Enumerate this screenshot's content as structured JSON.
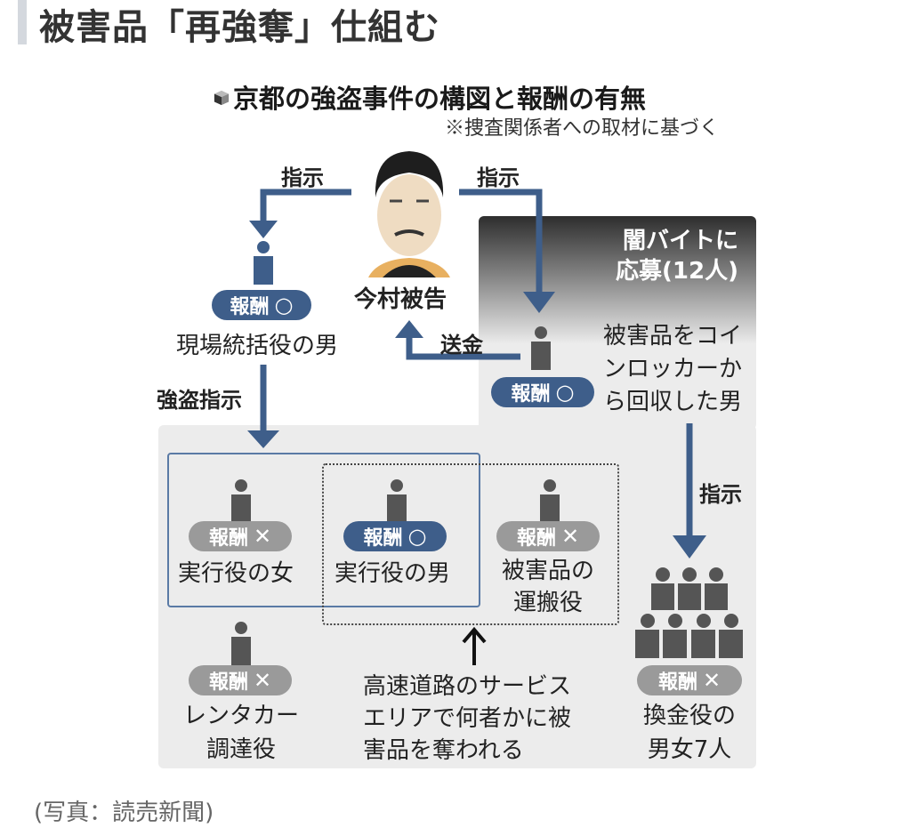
{
  "headline": "被害品「再強奪」仕組む",
  "figure": {
    "title": "京都の強盗事件の構図と報酬の有無",
    "title_icon": "cube-icon",
    "note": "※捜査関係者への取材に基づく",
    "colors": {
      "arrow": "#3e5e8a",
      "reward_yes": "#3e5e8a",
      "reward_no": "#9a9a9a",
      "person": "#555555"
    },
    "dark_panel_label": [
      "闇バイトに",
      "応募(12人)"
    ],
    "reward_label": "報酬",
    "reward_yes_mark": "○",
    "reward_no_mark": "✕",
    "central": {
      "name": "今村被告",
      "photo": "portrait-photo"
    },
    "arrows": {
      "left_instruction": "指示",
      "right_instruction": "指示",
      "money_transfer": "送金",
      "robbery_instruction": "強盗指示",
      "exchange_instruction": "指示"
    },
    "nodes": {
      "site_leader": {
        "label": "現場統括役の男",
        "reward": true
      },
      "collector": {
        "label": [
          "被害品をコイ",
          "ンロッカーか",
          "ら回収した男"
        ],
        "reward": true
      },
      "executor_woman": {
        "label": "実行役の女",
        "reward": false
      },
      "executor_man": {
        "label": "実行役の男",
        "reward": true
      },
      "transporter": {
        "label": [
          "被害品の",
          "運搬役"
        ],
        "reward": false
      },
      "rental_car": {
        "label": [
          "レンタカー",
          "調達役"
        ],
        "reward": false
      },
      "exchangers": {
        "label": [
          "換金役の",
          "男女7人"
        ],
        "reward": false,
        "count": 7
      }
    },
    "robbery_note": [
      "高速道路のサービス",
      "エリアで何者かに被",
      "害品を奪われる"
    ]
  },
  "caption": "(写真：読売新聞)"
}
